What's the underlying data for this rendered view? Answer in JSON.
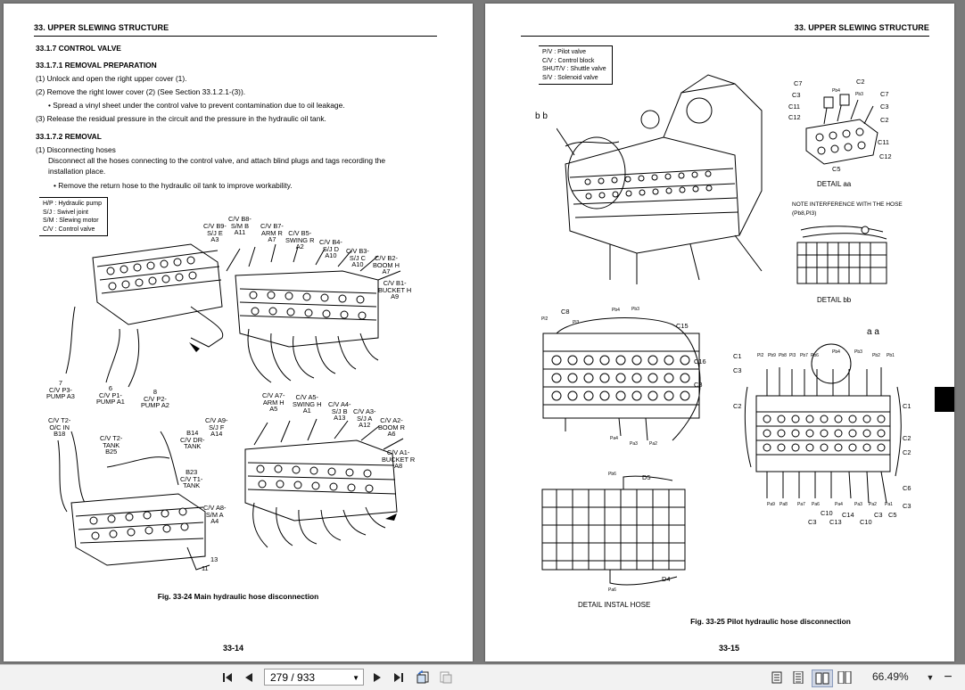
{
  "left_page": {
    "header": "33. UPPER SLEWING STRUCTURE",
    "sec_control_valve": "33.1.7      CONTROL VALVE",
    "sec_removal_prep": "33.1.7.1      REMOVAL PREPARATION",
    "prep_1": "(1)  Unlock and open the right upper cover (1).",
    "prep_2": "(2)  Remove the right lower cover (2) (See Section 33.1.2.1-(3)).",
    "prep_2b": "•   Spread a vinyl sheet under the control valve to prevent contamination due to oil leakage.",
    "prep_3": "(3)  Release the residual pressure in the circuit and the pressure in the hydraulic oil tank.",
    "sec_removal": "33.1.7.2      REMOVAL",
    "rem_1": "(1) Disconnecting hoses",
    "rem_1a": "Disconnect all the hoses connecting to the control valve, and attach blind plugs and tags recording the",
    "rem_1a2": "installation place.",
    "rem_1b": "•   Remove the return hose to the hydraulic oil tank to improve workability.",
    "legend": [
      "H/P : Hydraulic pump",
      "S/J : Swivel joint",
      "S/M : Slewing motor",
      "C/V : Control valve"
    ],
    "labels_top": [
      "C/V B9-\nS/J E\nA3",
      "C/V B8-\nS/M B\nA11",
      "C/V B7-\nARM R\nA7",
      "C/V B5-\nSWING R\nA2",
      "C/V B4-\nS/J D\nA10",
      "C/V B3-\nS/J C\nA10",
      "C/V B2-\nBOOM H\nA7",
      "C/V B1-\nBUCKET H\nA9"
    ],
    "labels_mid": [
      "7\nC/V P3-\nPUMP A3",
      "6\nC/V P1-\nPUMP A1",
      "8\nC/V P2-\nPUMP A2"
    ],
    "labels_bottom": [
      "C/V T2-\nO/C IN\nB18",
      "C/V T2-\nTANK\nB25",
      "C/V A9-\nS/J F\nA14",
      "B14\nC/V DR-\nTANK",
      "B23\nC/V T1-\nTANK",
      "C/V A8-\nS/M A\nA4",
      "C/V A7-\nARM H\nA5",
      "C/V A5-\nSWING H\nA1",
      "C/V A4-\nS/J B\nA13",
      "C/V A3-\nS/J A\nA12",
      "C/V A2-\nBOOM R\nA6",
      "C/V A1-\nBUCKET R\nA8",
      "13",
      "11"
    ],
    "fig_caption": "Fig. 33-24 Main hydraulic hose disconnection",
    "page_number": "33-14"
  },
  "right_page": {
    "header": "33. UPPER SLEWING STRUCTURE",
    "legend": [
      "P/V : Pilot valve",
      "C/V : Control block",
      "SHUT/V : Shuttle valve",
      "S/V : Solenoid valve"
    ],
    "bb_label": "b b",
    "aa_label": "a a",
    "detail_aa_labels": [
      "C7",
      "C3",
      "C11",
      "C12",
      "Pb4",
      "Pb3",
      "C2",
      "C7",
      "C3",
      "C2",
      "C11",
      "C12",
      "C5"
    ],
    "detail_aa_title": "DETAIL aa",
    "note_interference": "NOTE INTERFERENCE WITH THE HOSE",
    "note_interference_2": "(Pb8,PI3)",
    "detail_bb_title": "DETAIL bb",
    "pilot_labels": [
      "C8",
      "Pl2",
      "Pl3",
      "Pb4",
      "Pb3",
      "C15",
      "C16",
      "C8",
      "Pa4",
      "Pa3",
      "Pa2"
    ],
    "instal_labels": [
      "Pb6",
      "D5",
      "D4",
      "Pa6"
    ],
    "detail_instal_title": "DETAIL INSTAL HOSE",
    "main_labels_left": [
      "C1",
      "C3",
      "C2"
    ],
    "main_labels_top": [
      "Pl2",
      "Pb9",
      "Pb8",
      "Pl3",
      "Pb7",
      "Pb6",
      "Pb4",
      "Pb3",
      "Pb2",
      "Pb1"
    ],
    "main_labels_right": [
      "C1",
      "C2",
      "C2",
      "C6",
      "C3"
    ],
    "main_labels_bottom": [
      "Pa9",
      "Pa8",
      "Pa7",
      "Pa6",
      "Pa4",
      "Pa3",
      "Pa2",
      "Pa1"
    ],
    "main_labels_bottom2": [
      "C10",
      "C14",
      "C3",
      "C5",
      "C3",
      "C13",
      "C10"
    ],
    "fig_caption": "Fig. 33-25 Pilot hydraulic hose disconnection",
    "page_number": "33-15"
  },
  "toolbar": {
    "page_field": "279 / 933",
    "zoom": "66.49%",
    "first_icon": "first-page-icon",
    "prev_icon": "previous-page-icon",
    "next_icon": "next-page-icon",
    "last_icon": "last-page-icon"
  }
}
